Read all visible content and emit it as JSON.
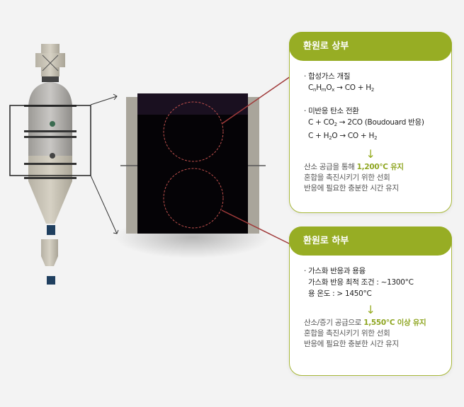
{
  "upper": {
    "title": "환원로 상부",
    "b1": "· 합성가스 개질",
    "f1": [
      {
        "t": "C"
      },
      {
        "t": "n",
        "sub": true
      },
      {
        "t": "H"
      },
      {
        "t": "m",
        "sub": true
      },
      {
        "t": "O"
      },
      {
        "t": "x",
        "sub": true
      },
      {
        "t": " → CO + H"
      },
      {
        "t": "2",
        "sub": true
      }
    ],
    "b2": "· 미반응 탄소 전환",
    "f2": [
      {
        "t": "C + CO"
      },
      {
        "t": "2",
        "sub": true
      },
      {
        "t": " → 2CO (Boudouard 반응)"
      }
    ],
    "f3": [
      {
        "t": "C + H"
      },
      {
        "t": "2",
        "sub": true
      },
      {
        "t": "O → CO + H"
      },
      {
        "t": "2",
        "sub": true
      }
    ],
    "arrow": "↓",
    "n1a": "산소 공급을 통해 ",
    "n1b": "1,200°C  유지",
    "n2": "혼합을 촉진시키기 위한 선회",
    "n3": "반응에 필요한 충분한 시간 유지"
  },
  "lower": {
    "title": "환원로 하부",
    "b1": "· 가스화 반응과 용융",
    "l1": "가스화 반응 최적 조건 : ~1300°C",
    "l2": "용 온도 : > 1450°C",
    "arrow": "↓",
    "n1a": "산소/증기 공급으로 ",
    "n1b": "1,550°C 이상 유지",
    "n2": "혼합을 촉진시키기 위한 선회",
    "n3": "반응에 필요한 충분한 시간 유지"
  },
  "colors": {
    "accent": "#97ad24",
    "leader": "#a03a3a"
  }
}
